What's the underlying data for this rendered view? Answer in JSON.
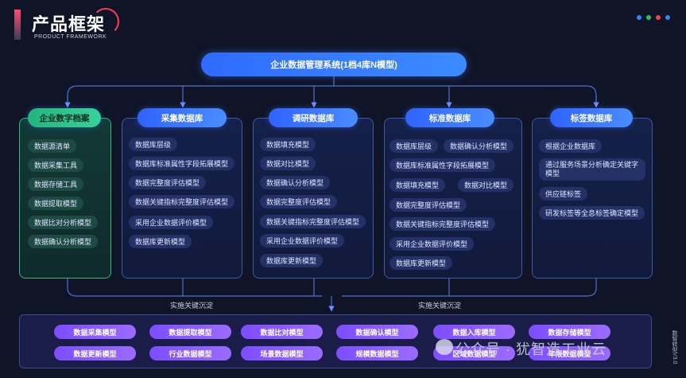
{
  "header": {
    "title_cn": "产品框架",
    "title_en": "PRODUCT FRAMEWORK",
    "dot_colors": [
      "#3b82f6",
      "#22c55e",
      "#ef4444",
      "#3b82f6"
    ]
  },
  "root": {
    "label": "企业数据管理系统(1档4库N模型)"
  },
  "columns": [
    {
      "title": "企业数字档案",
      "items": [
        "数据源清单",
        "数据采集工具",
        "数据存储工具",
        "数据提取模型",
        "数据比对分析模型",
        "数据确认分析模型"
      ]
    },
    {
      "title": "采集数据库",
      "items": [
        "数据库层级",
        "数据库标准属性字段拓展模型",
        "数据完整度评估模型",
        "数据关键指标完整度评估模型",
        "采用企业数据评价模型",
        "数据库更新模型"
      ]
    },
    {
      "title": "调研数据库",
      "items": [
        "数据填充模型",
        "数据对比模型",
        "数据确认分析模型",
        "数据完整度评估模型",
        "数据关键指标完整度评估模型",
        "采用企业数据评价模型",
        "数据库更新模型"
      ]
    },
    {
      "title": "标准数据库",
      "items": [
        "数据库层级",
        "数据确认分析模型",
        "数据库标准属性字段拓展模型",
        "数据填充模型",
        "数据对比模型",
        "数据完整度评估模型",
        "数据关键指标完整度评估模型",
        "采用企业数据评价模型",
        "数据库更新模型"
      ]
    },
    {
      "title": "标签数据库",
      "items": [
        "根据企业数据库",
        "通过服务场景分析确定关键字模型",
        "供应链标签",
        "研发标签等全息标签确定模型"
      ]
    }
  ],
  "flow_label": "实施关键沉淀",
  "bottom_models": [
    "数据采集模型",
    "数据提取模型",
    "数据比对模型",
    "数据确认模型",
    "数据入库模型",
    "数据存储模型",
    "数据更新模型",
    "行业数据模型",
    "场景数据模型",
    "规模数据模型",
    "区域数据模型",
    "年限数据模型"
  ],
  "side_text": "数智转型V3.0",
  "watermark": "公众号 · 犹智造工业云"
}
